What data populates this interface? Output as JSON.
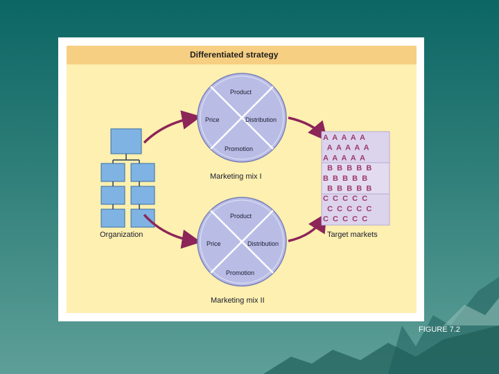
{
  "title": "Differentiated strategy",
  "organization_label": "Organization",
  "mix1": {
    "caption": "Marketing mix I",
    "top": "Product",
    "left": "Price",
    "right": "Distribution",
    "bottom": "Promotion"
  },
  "mix2": {
    "caption": "Marketing mix II",
    "top": "Product",
    "left": "Price",
    "right": "Distribution",
    "bottom": "Promotion"
  },
  "target_label": "Target markets",
  "target_rows": [
    "A  A  A  A  A",
    "  A  A  A  A  A",
    "A  A  A  A  A",
    "  B  B  B  B  B",
    "B  B  B  B  B",
    "  B  B  B  B  B",
    "C  C  C  C  C",
    "  C  C  C  C  C",
    "C  C  C  C  C"
  ],
  "figure_label": "FIGURE 7.2",
  "colors": {
    "circle_fill": "#b9bde6",
    "arrow": "#8c2558",
    "box_fill": "#7fb3e3",
    "target_letter": "#9c3a6e"
  }
}
